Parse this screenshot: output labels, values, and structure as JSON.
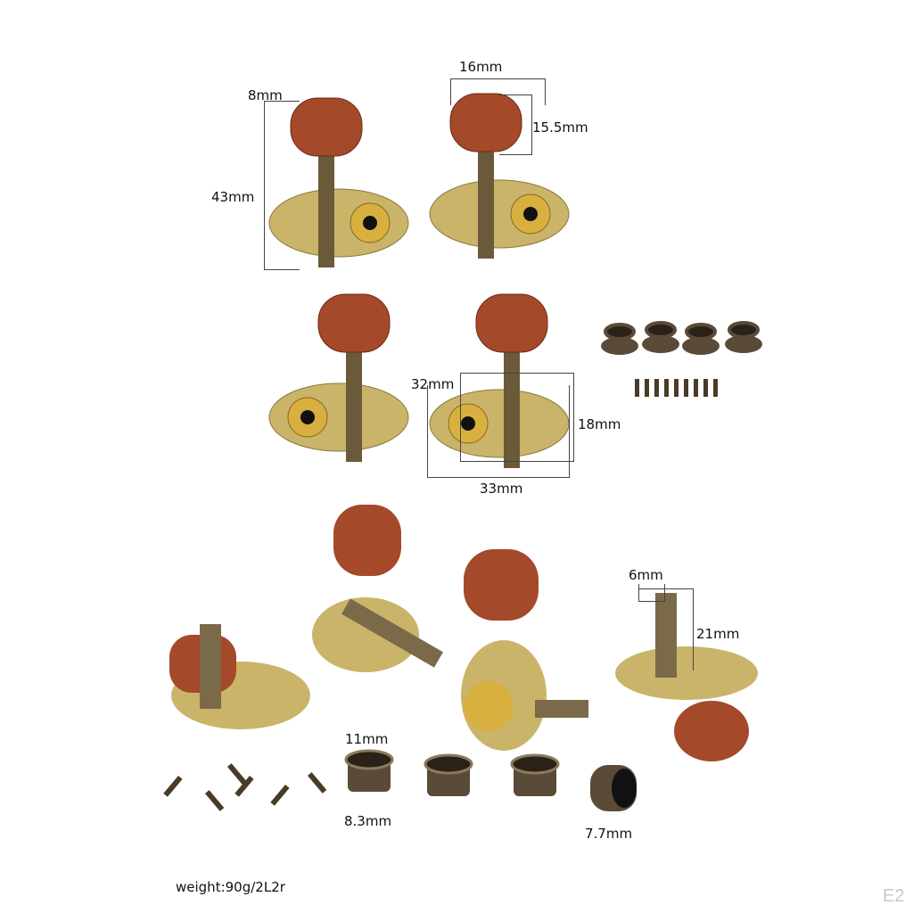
{
  "dimensions": {
    "knob_thickness": "8mm",
    "knob_diameter": "16mm",
    "knob_height": "15.5mm",
    "total_height": "43mm",
    "plate_offset": "32mm",
    "plate_height": "18mm",
    "plate_width": "33mm",
    "post_diameter": "6mm",
    "post_height": "21mm",
    "bushing_outer": "11mm",
    "bushing_inner": "8.3mm",
    "bushing_small": "7.7mm"
  },
  "weight_note": "weight:90g/2L2r",
  "watermark": "E2",
  "colors": {
    "knob": "#a4492a",
    "brass": "#c9b46a",
    "bushing": "#5a4a38"
  }
}
